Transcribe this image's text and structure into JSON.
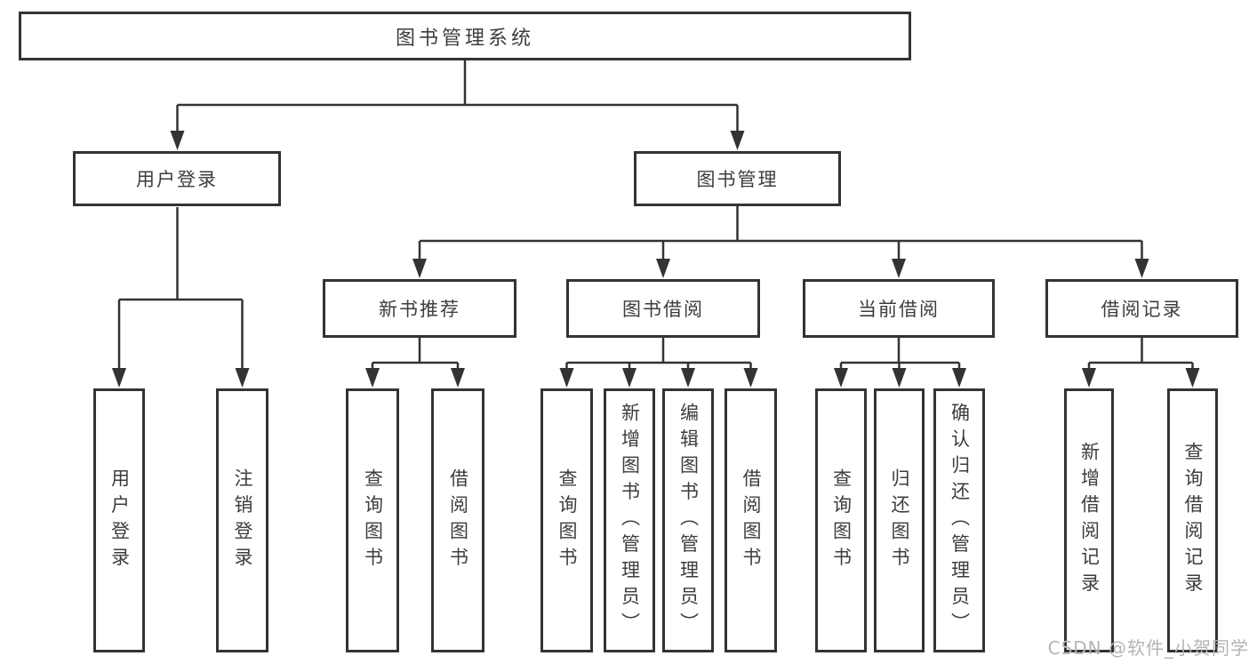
{
  "tree": {
    "root": {
      "label": "图书管理系统"
    },
    "branches": [
      {
        "label": "用户登录",
        "children": [
          {
            "label": "用户登录"
          },
          {
            "label": "注销登录"
          }
        ]
      },
      {
        "label": "图书管理",
        "children": [
          {
            "label": "新书推荐",
            "children": [
              {
                "label": "查询图书"
              },
              {
                "label": "借阅图书"
              }
            ]
          },
          {
            "label": "图书借阅",
            "children": [
              {
                "label": "查询图书"
              },
              {
                "label": "新增图书（管理员）"
              },
              {
                "label": "编辑图书（管理员）"
              },
              {
                "label": "借阅图书"
              }
            ]
          },
          {
            "label": "当前借阅",
            "children": [
              {
                "label": "查询图书"
              },
              {
                "label": "归还图书"
              },
              {
                "label": "确认归还（管理员）"
              }
            ]
          },
          {
            "label": "借阅记录",
            "children": [
              {
                "label": "新增借阅记录"
              },
              {
                "label": "查询借阅记录"
              }
            ]
          }
        ]
      }
    ]
  },
  "watermark": {
    "text": "CSDN @软件_小贺同学",
    "color": "#b4b4b4"
  },
  "colors": {
    "line": "#333333",
    "box_border": "#333333",
    "text": "#3d3d3d",
    "background": "#ffffff"
  }
}
